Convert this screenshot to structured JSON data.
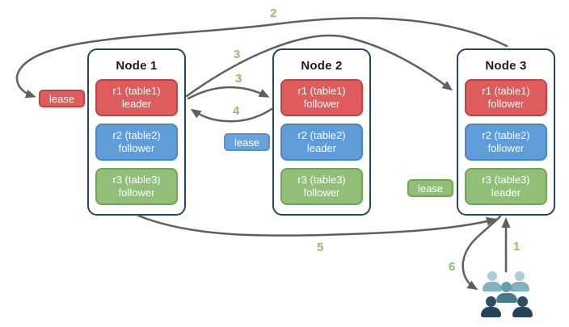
{
  "diagram": {
    "nodes": [
      {
        "title": "Node 1",
        "ranges": [
          {
            "name": "r1 (table1)",
            "role": "leader"
          },
          {
            "name": "r2 (table2)",
            "role": "follower"
          },
          {
            "name": "r3 (table3)",
            "role": "follower"
          }
        ]
      },
      {
        "title": "Node 2",
        "ranges": [
          {
            "name": "r1 (table1)",
            "role": "follower"
          },
          {
            "name": "r2 (table2)",
            "role": "leader"
          },
          {
            "name": "r3 (table3)",
            "role": "follower"
          }
        ]
      },
      {
        "title": "Node 3",
        "ranges": [
          {
            "name": "r1 (table1)",
            "role": "follower"
          },
          {
            "name": "r2 (table2)",
            "role": "follower"
          },
          {
            "name": "r3 (table3)",
            "role": "leader"
          }
        ]
      }
    ],
    "leases": {
      "range1": {
        "label": "lease",
        "color": "#df5c5c"
      },
      "range2": {
        "label": "lease",
        "color": "#6aa3dc"
      },
      "range3": {
        "label": "lease",
        "color": "#90c078"
      }
    },
    "steps": {
      "s1": "1",
      "s2": "2",
      "s3a": "3",
      "s3b": "3",
      "s4": "4",
      "s5": "5",
      "s6": "6"
    },
    "colors": {
      "range_red": "#df5c5c",
      "range_blue": "#5f9cd8",
      "range_green": "#90c078",
      "node_border": "#24466b",
      "arrow": "#5f5f5f",
      "step_label": "#8dbf67"
    }
  }
}
